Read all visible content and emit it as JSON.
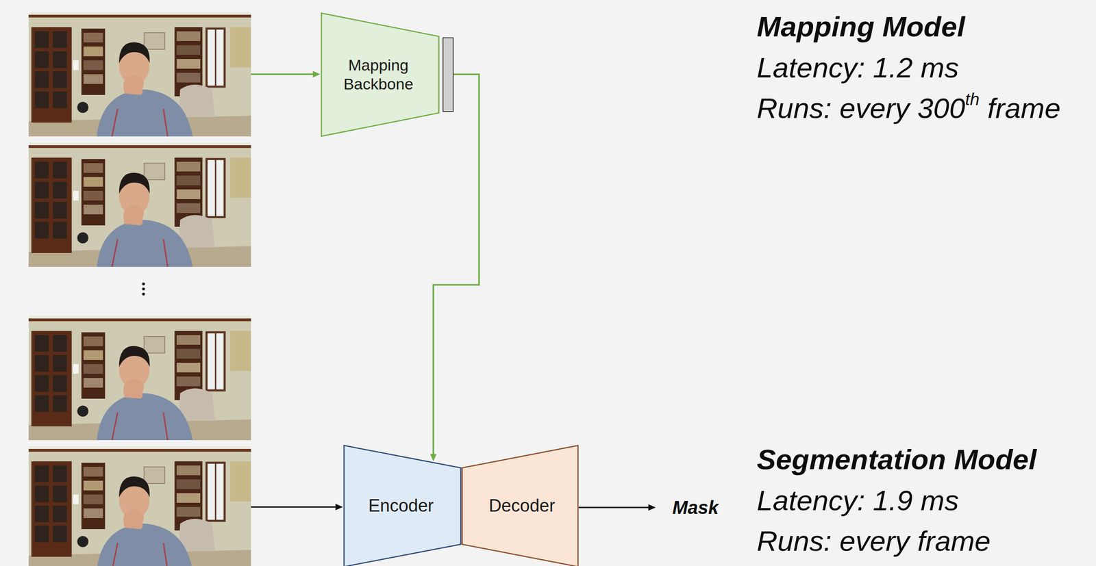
{
  "diagram": {
    "nodes": [
      {
        "text": [
          "Mapping Backbone"
        ]
      },
      {
        "text": [
          "Encoder"
        ]
      },
      {
        "text": [
          "Decoder"
        ]
      }
    ],
    "edges": [
      {
        "from": 0,
        "to": 1,
        "arrow": "to"
      }
    ],
    "labels": [
      "Mask",
      "Mapping Model",
      "Latency: 1.2 ms",
      "Runs: every 300th frame",
      "Segmentation Model",
      "Latency: 1.9 ms",
      "Runs: every frame"
    ]
  }
}
